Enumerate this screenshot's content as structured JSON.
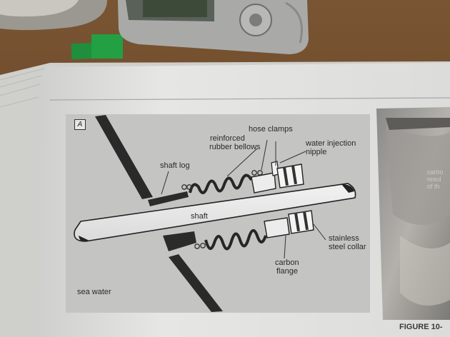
{
  "diagram": {
    "panel_letter": "A",
    "labels": {
      "hose_clamps": "hose clamps",
      "reinforced": "reinforced",
      "rubber_bellows": "rubber bellows",
      "water_injection": "water injection",
      "nipple": "nipple",
      "shaft_log": "shaft log",
      "shaft": "shaft",
      "stainless": "stainless",
      "steel_collar": "steel collar",
      "carbon": "carbon",
      "flange": "flange",
      "sea_water": "sea water"
    }
  },
  "photo": {
    "text_lines": [
      "carbo",
      "resul",
      "of th"
    ],
    "caption": "FIGURE 10-"
  }
}
